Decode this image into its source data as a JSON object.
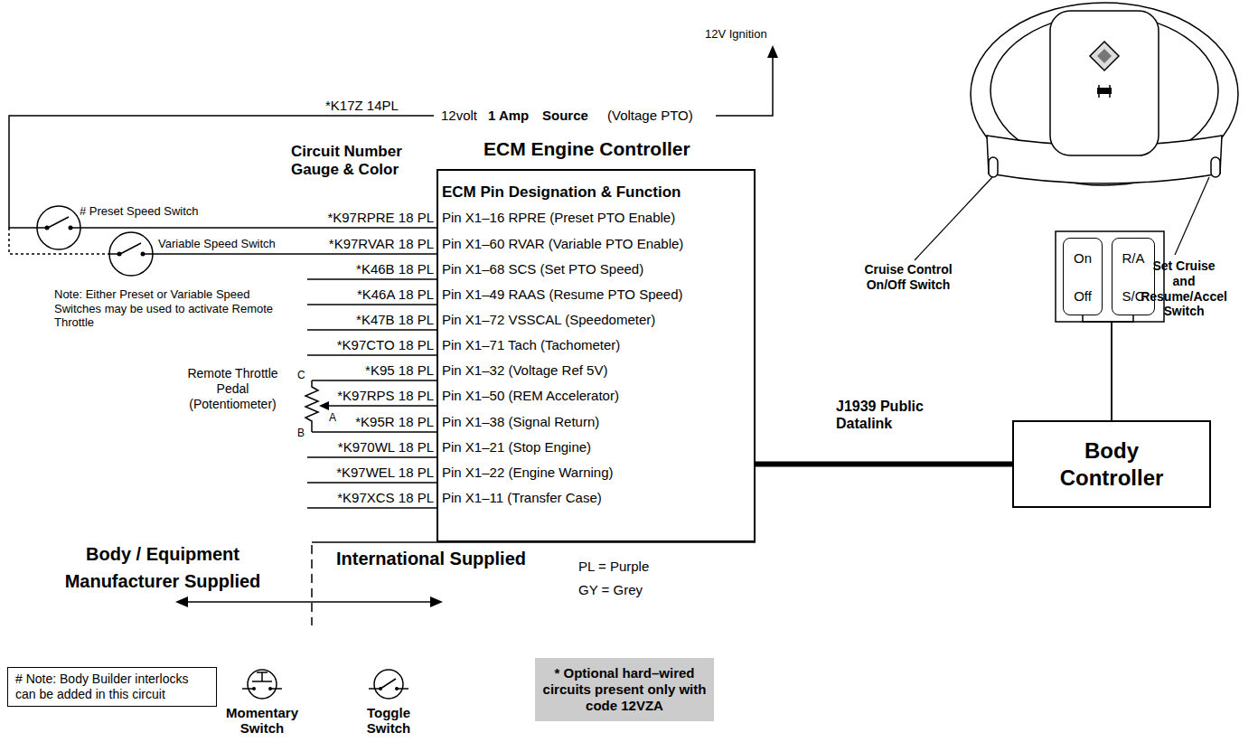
{
  "diagram": {
    "nodes": [
      {
        "text": [
          "ECM Engine Controller",
          "ECM Pin Designation & Function",
          "Pin X1–16 RPRE (Preset PTO Enable)",
          "Pin X1–60 RVAR (Variable PTO Enable)",
          "Pin X1–68 SCS (Set PTO Speed)",
          "Pin X1–49 RAAS (Resume PTO Speed)",
          "Pin X1–72 VSSCAL (Speedometer)",
          "Pin X1–71 Tach (Tachometer)",
          "Pin X1–32 (Voltage Ref 5V)",
          "Pin X1–50 (REM Accelerator)",
          "Pin X1–38 (Signal Return)",
          "Pin X1–21 (Stop Engine)",
          "Pin X1–22 (Engine Warning)",
          "Pin X1–11 (Transfer Case)"
        ]
      },
      {
        "text": [
          "On",
          "Off"
        ]
      },
      {
        "text": [
          "R/A",
          "S/C"
        ]
      },
      {
        "text": [
          "Body Controller"
        ]
      },
      {
        "text": [
          "# Note: Body Builder interlocks can be added in this circuit"
        ]
      },
      {
        "text": [
          "* Optional hard–wired circuits present only with code 12VZA"
        ]
      }
    ],
    "edges": [
      {
        "from": 0,
        "to": 3,
        "label": "J1939 Public Datalink",
        "arrow": "none"
      },
      {
        "from": 1,
        "to": 3,
        "arrow": "none"
      },
      {
        "from": 2,
        "to": 3,
        "arrow": "none"
      }
    ],
    "labels": [
      "12V Ignition",
      "*K17Z 14PL",
      "12volt",
      "1 Amp",
      "Source",
      "(Voltage PTO)",
      "Circuit Number Gauge & Color",
      "# Preset Speed Switch",
      "Variable Speed Switch",
      "*K97RPRE 18 PL",
      "*K97RVAR 18 PL",
      "*K46B 18 PL",
      "*K46A 18 PL",
      "*K47B 18 PL",
      "*K97CTO 18 PL",
      "*K95 18 PL",
      "*K97RPS 18 PL",
      "*K95R 18 PL",
      "*K970WL 18 PL",
      "*K97WEL 18 PL",
      "*K97XCS 18 PL",
      "Note: Either Preset or Variable Speed Switches may be used to activate Remote Throttle",
      "Remote Throttle Pedal (Potentiometer)",
      "C",
      "A",
      "B",
      "Body / Equipment Manufacturer Supplied",
      "International Supplied",
      "PL = Purple",
      "GY = Grey",
      "Cruise Control On/Off Switch",
      "Set Cruise and Resume/Accel Switch"
    ],
    "legend": [
      {
        "text": "Momentary Switch"
      },
      {
        "text": "Toggle Switch"
      }
    ]
  }
}
